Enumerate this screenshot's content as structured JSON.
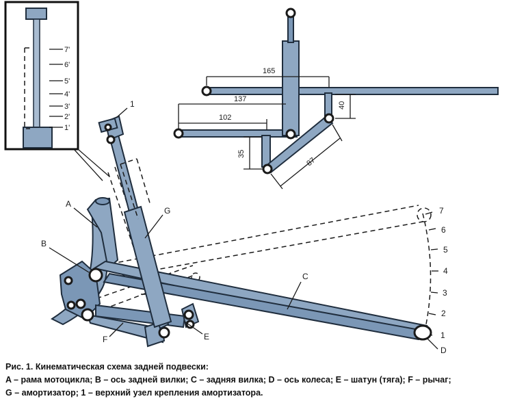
{
  "labels": {
    "A": "A",
    "B": "B",
    "C": "C",
    "D": "D",
    "E": "E",
    "F": "F",
    "G": "G",
    "one": "1"
  },
  "scale_left": [
    "7'",
    "6'",
    "5'",
    "4'",
    "3'",
    "2'",
    "1'"
  ],
  "scale_right": [
    "7",
    "6",
    "5",
    "4",
    "3",
    "2",
    "1"
  ],
  "dimensions": {
    "d165": "165",
    "d137": "137",
    "d102": "102",
    "d40": "40",
    "d35": "35",
    "d87": "87"
  },
  "caption": {
    "line1": "Рис. 1. Кинематическая схема задней подвески:",
    "line2": "A – рама мотоцикла; B – ось задней вилки; C –  задняя вилка; D – ось колеса; E – шатун (тяга); F – рычаг;",
    "line3": "G – амортизатор; 1 – верхний узел крепления амортизатора."
  }
}
